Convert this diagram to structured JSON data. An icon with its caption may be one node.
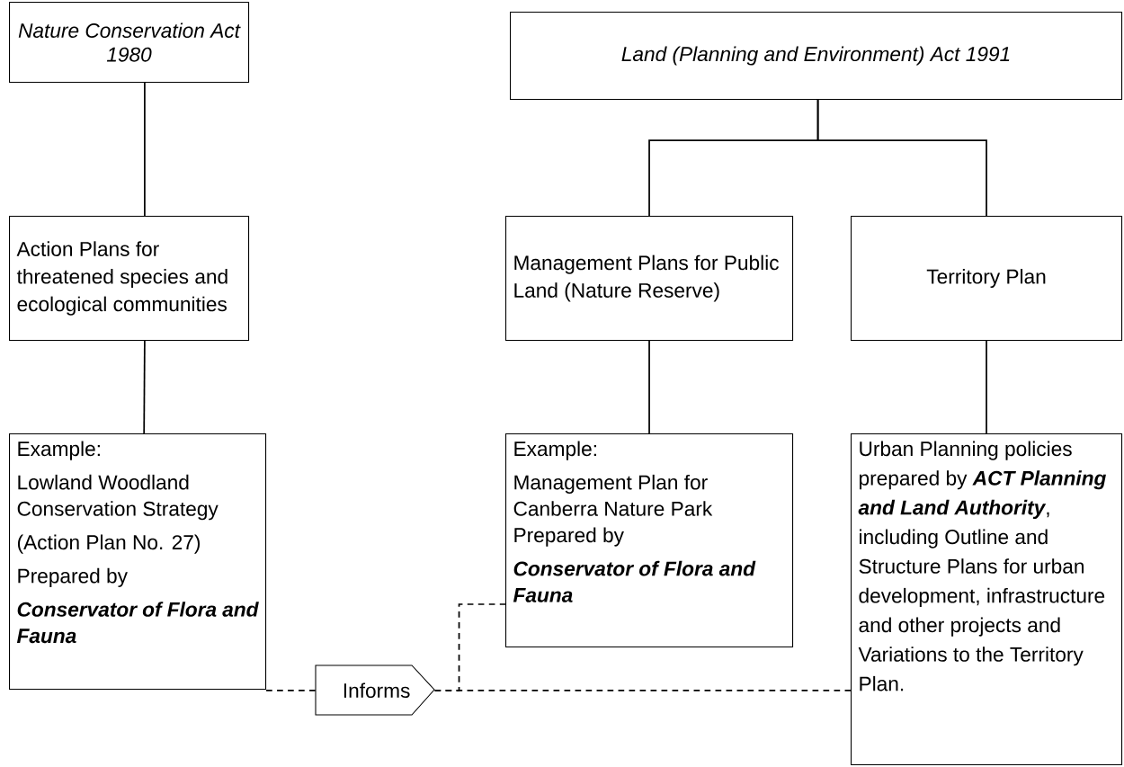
{
  "diagram": {
    "nodes": [
      {
        "text": [
          "Nature Conservation Act 1980"
        ]
      },
      {
        "text": [
          "Land (Planning and Environment) Act 1991"
        ]
      },
      {
        "text": [
          "Action Plans for threatened species and ecological communities"
        ]
      },
      {
        "text": [
          "Management Plans for Public Land (Nature Reserve)"
        ]
      },
      {
        "text": [
          "Territory Plan"
        ]
      },
      {
        "text": [
          "Example:",
          "Lowland Woodland Conservation Strategy",
          "(Action Plan No. 27)",
          "Prepared by",
          "Conservator of Flora and Fauna"
        ]
      },
      {
        "text": [
          "Example:",
          "Management Plan for Canberra Nature Park Prepared by",
          "Conservator of Flora and Fauna"
        ]
      },
      {
        "text": [
          "Urban Planning policies prepared by **ACT Planning and Land Authority**, including Outline and Structure Plans for urban development, infrastructure and other projects and Variations to the Territory Plan."
        ]
      },
      {
        "text": [
          "Informs"
        ]
      }
    ],
    "edges": [
      {
        "from": 0,
        "to": 2,
        "arrow": "none"
      },
      {
        "from": 2,
        "to": 5,
        "arrow": "none"
      },
      {
        "from": 1,
        "to": 3,
        "arrow": "none"
      },
      {
        "from": 1,
        "to": 4,
        "arrow": "none"
      },
      {
        "from": 3,
        "to": 6,
        "arrow": "none"
      },
      {
        "from": 4,
        "to": 7,
        "arrow": "none"
      },
      {
        "from": 5,
        "to": 8,
        "arrow": "none",
        "style": "dashed"
      },
      {
        "from": 8,
        "to": 7,
        "arrow": "none",
        "style": "dashed"
      },
      {
        "from": 8,
        "to": 6,
        "arrow": "none",
        "style": "dashed"
      }
    ]
  }
}
